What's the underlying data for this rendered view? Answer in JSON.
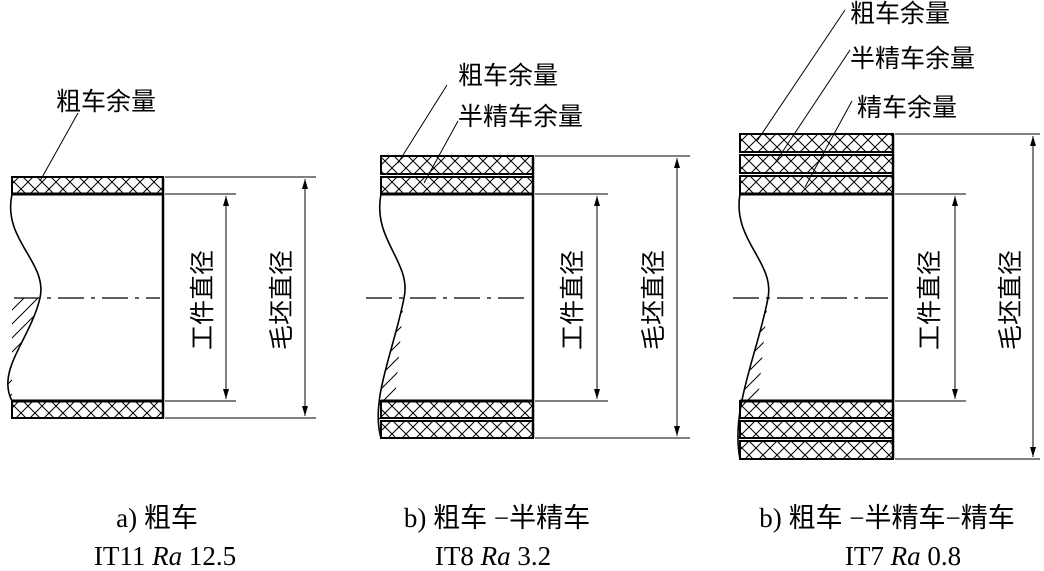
{
  "panels": [
    {
      "allowance_labels": [
        "粗车余量"
      ],
      "workpiece_dim": "工件直径",
      "blank_dim": "毛坯直径",
      "caption": "a) 粗车",
      "tolerance": "IT11",
      "ra_symbol": "Ra",
      "ra_value": "12.5"
    },
    {
      "allowance_labels": [
        "粗车余量",
        "半精车余量"
      ],
      "workpiece_dim": "工件直径",
      "blank_dim": "毛坯直径",
      "caption": "b) 粗车 −半精车",
      "tolerance": "IT8",
      "ra_symbol": "Ra",
      "ra_value": "3.2"
    },
    {
      "allowance_labels": [
        "粗车余量",
        "半精车余量",
        "精车余量"
      ],
      "workpiece_dim": "工件直径",
      "blank_dim": "毛坯直径",
      "caption": "b) 粗车 −半精车−精车",
      "tolerance": "IT7",
      "ra_symbol": "Ra",
      "ra_value": "0.8"
    }
  ]
}
